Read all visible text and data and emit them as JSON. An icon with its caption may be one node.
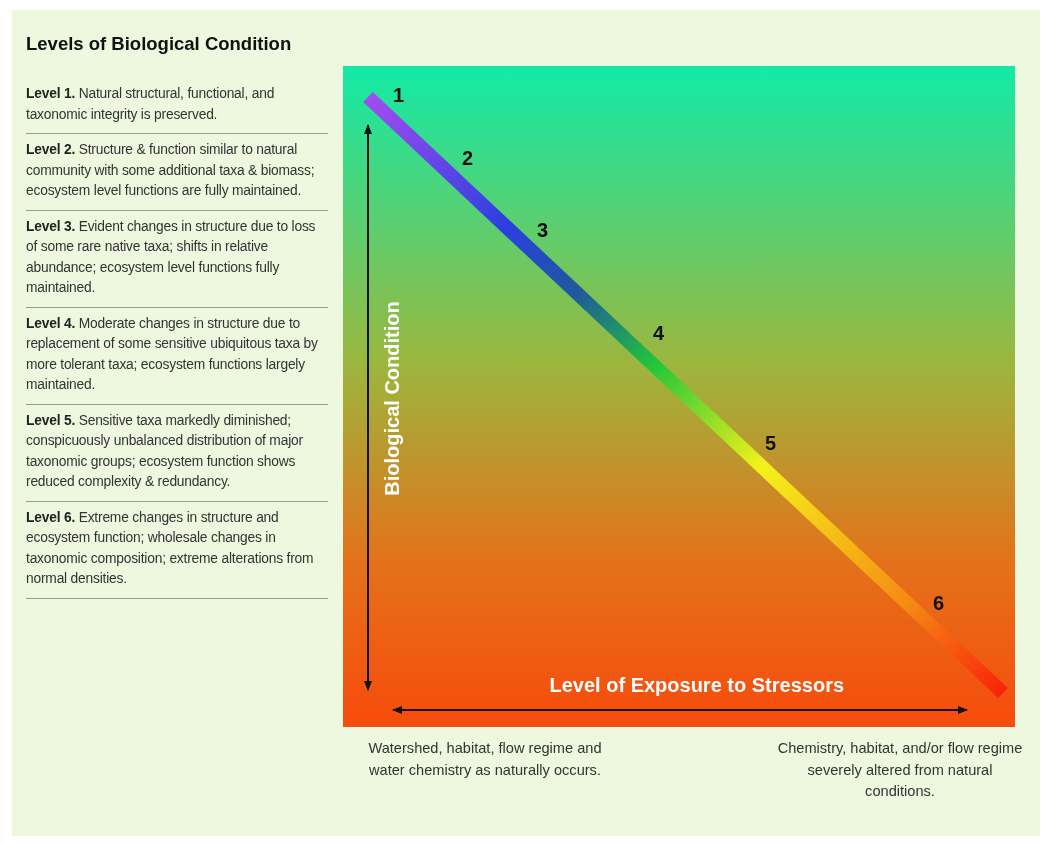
{
  "diagram": {
    "title": "Levels of Biological Condition",
    "labels": [
      "**Level 1.** Natural structural, functional, and taxonomic integrity is preserved.",
      "**Level 2.** Structure & function similar to natural community with some additional taxa & biomass; ecosystem level functions are fully maintained.",
      "**Level 3.** Evident changes in structure due to loss of some rare native taxa; shifts in relative abundance; ecosystem level functions fully maintained.",
      "**Level 4.** Moderate changes in structure due to replacement of some sensitive ubiquitous taxa by more tolerant taxa; ecosystem functions largely maintained.",
      "**Level 5.** Sensitive taxa markedly diminished; conspicuously unbalanced distribution of major taxonomic groups; ecosystem function shows reduced complexity & redundancy.",
      "**Level 6.** Extreme changes in structure and ecosystem function; wholesale changes in taxonomic composition; extreme alterations from normal densities.",
      "1",
      "2",
      "3",
      "4",
      "5",
      "6",
      "Biological Condition",
      "Level of Exposure to Stressors",
      "Watershed, habitat, flow regime and water chemistry as naturally occurs.",
      "Chemistry, habitat, and/or flow regime severely altered from natural conditions."
    ]
  }
}
